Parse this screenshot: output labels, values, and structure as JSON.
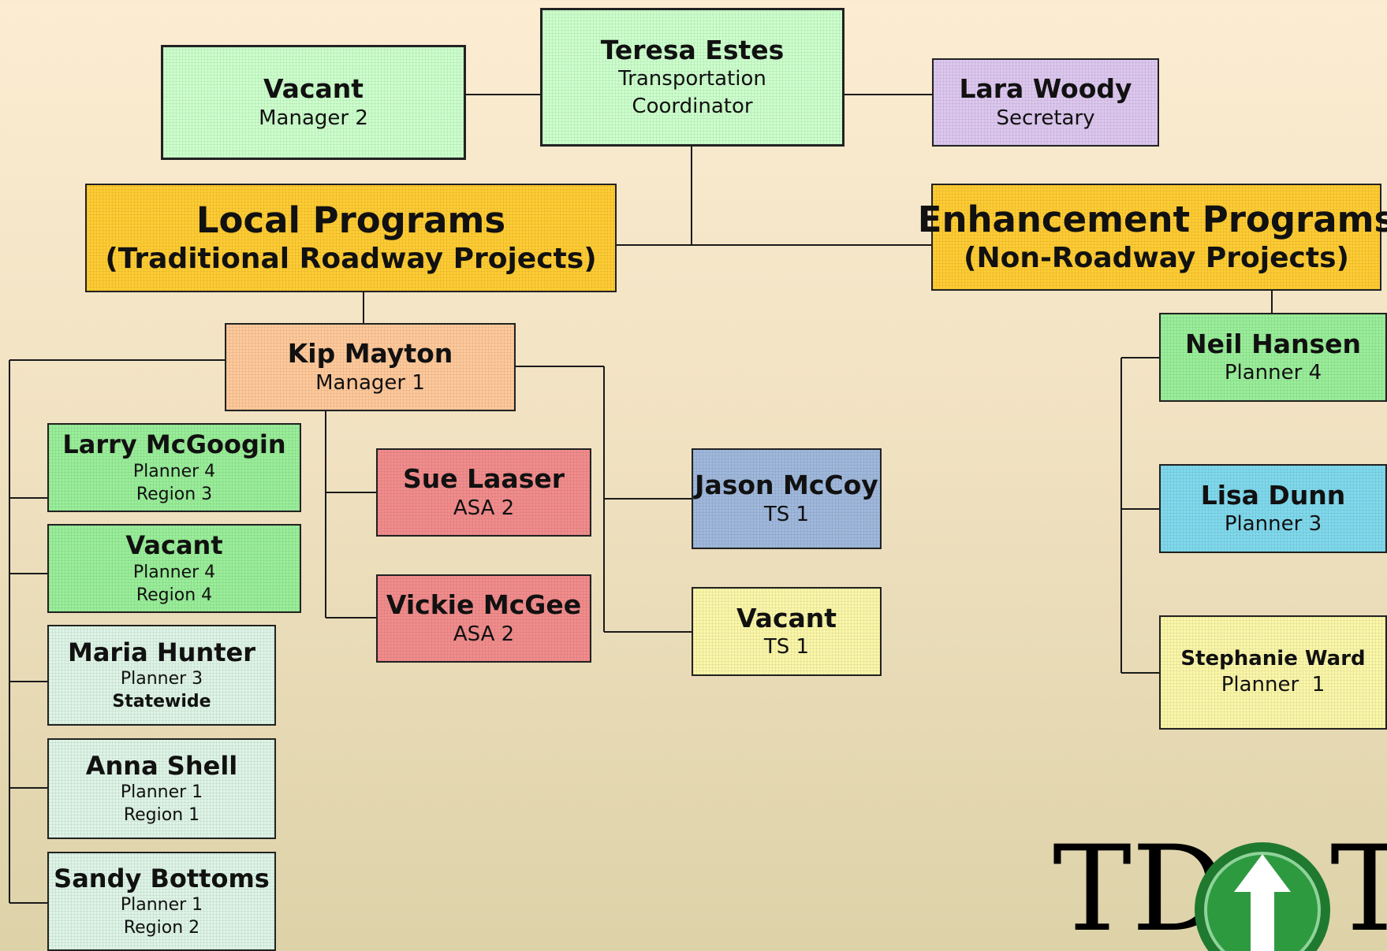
{
  "colors": {
    "mint": "#ccffcc",
    "lavender": "#ddc7ef",
    "gold": "#ffcc33",
    "peach": "#ffc99a",
    "green": "#99ee99",
    "pale_teal": "#ddf4e6",
    "salmon": "#f28c8c",
    "steel_blue": "#9fb8dc",
    "cyan": "#7fd9ec",
    "pale_yellow": "#fbf7a8",
    "logo_green": "#2e9a40"
  },
  "top": {
    "director": {
      "name": "Teresa Estes",
      "title1": "Transportation",
      "title2": "Coordinator"
    },
    "manager2": {
      "name": "Vacant",
      "title": "Manager 2"
    },
    "secretary": {
      "name": "Lara Woody",
      "title": "Secretary"
    }
  },
  "programs": {
    "local": {
      "name": "Local Programs",
      "sub": "(Traditional Roadway Projects)"
    },
    "enhancement": {
      "name": "Enhancement Programs",
      "sub": "(Non-Roadway Projects)"
    }
  },
  "local": {
    "manager": {
      "name": "Kip Mayton",
      "title": "Manager 1"
    },
    "planners": [
      {
        "name": "Larry McGoogin",
        "title": "Planner 4",
        "region": "Region 3"
      },
      {
        "name": "Vacant",
        "title": "Planner 4",
        "region": "Region 4"
      },
      {
        "name": "Maria Hunter",
        "title": "Planner 3",
        "region": "Statewide"
      },
      {
        "name": "Anna Shell",
        "title": "Planner 1",
        "region": "Region 1"
      },
      {
        "name": "Sandy Bottoms",
        "title": "Planner 1",
        "region": "Region 2"
      }
    ],
    "asa": [
      {
        "name": "Sue Laaser",
        "title": "ASA 2"
      },
      {
        "name": "Vickie McGee",
        "title": "ASA 2"
      }
    ],
    "ts": [
      {
        "name": "Jason McCoy",
        "title": "TS 1"
      },
      {
        "name": "Vacant",
        "title": "TS 1"
      }
    ]
  },
  "enhancement": {
    "staff": [
      {
        "name": "Neil Hansen",
        "title": "Planner 4"
      },
      {
        "name": "Lisa Dunn",
        "title": "Planner 3"
      },
      {
        "name": "Stephanie Ward",
        "title": "Planner  1"
      }
    ]
  },
  "logo": {
    "text_left": "TD",
    "text_right": "T",
    "icon": "up-arrow-icon"
  }
}
